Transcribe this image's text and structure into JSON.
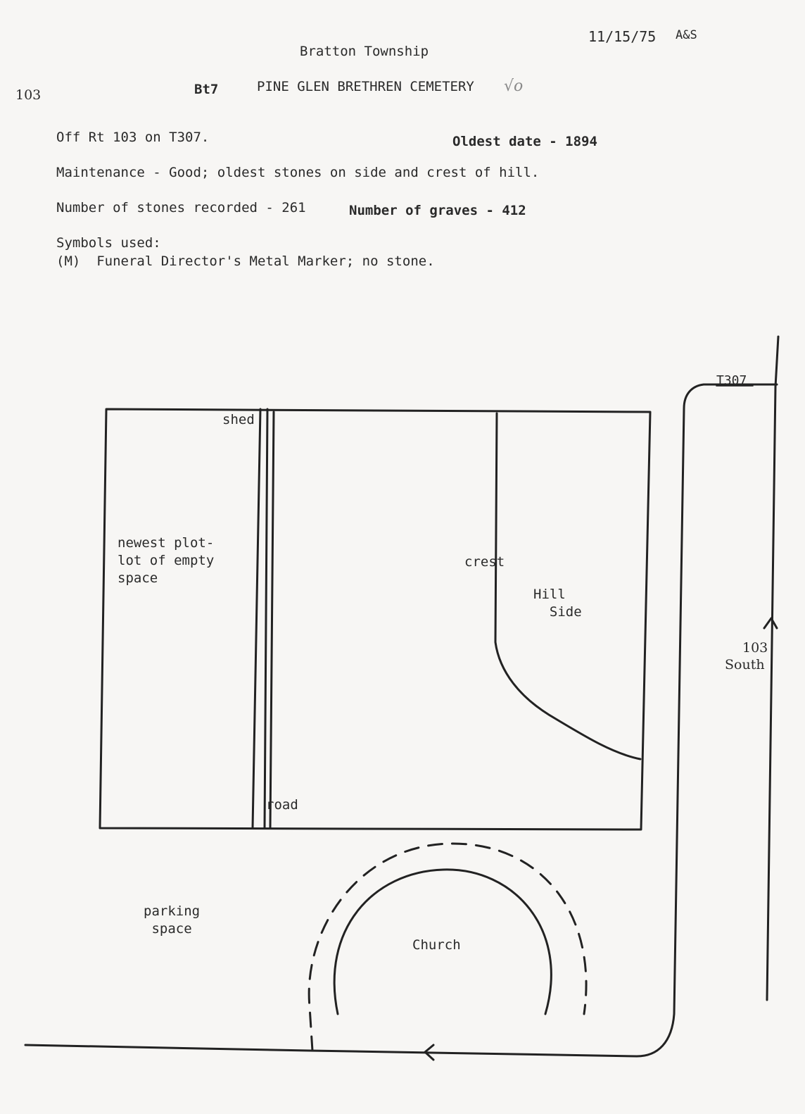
{
  "header": {
    "date_code": "11/15/75",
    "initials": "A&S",
    "township": "Bratton Township",
    "page_number": "103",
    "cemetery_code": "Bt7",
    "cemetery_name": "PINE GLEN BRETHREN CEMETERY",
    "pencil_mark": "√o"
  },
  "info": {
    "location": "Off Rt 103 on T307.",
    "oldest_date": "Oldest date - 1894",
    "maintenance": "Maintenance - Good; oldest stones on side and crest of hill.",
    "stones_recorded": "Number of stones recorded - 261",
    "graves": "Number of graves - 412",
    "symbols_heading": "Symbols used:",
    "symbol_m": "(M)  Funeral Director's Metal Marker; no stone."
  },
  "map": {
    "shed": "shed",
    "newest_plot": "newest plot-\nlot of empty\nspace",
    "crest": "crest",
    "hill_side": "Hill\n  Side",
    "road": "road",
    "road_t307": "T307",
    "route_103": "103",
    "route_south": "South",
    "parking": "parking\n space",
    "church": "Church"
  }
}
